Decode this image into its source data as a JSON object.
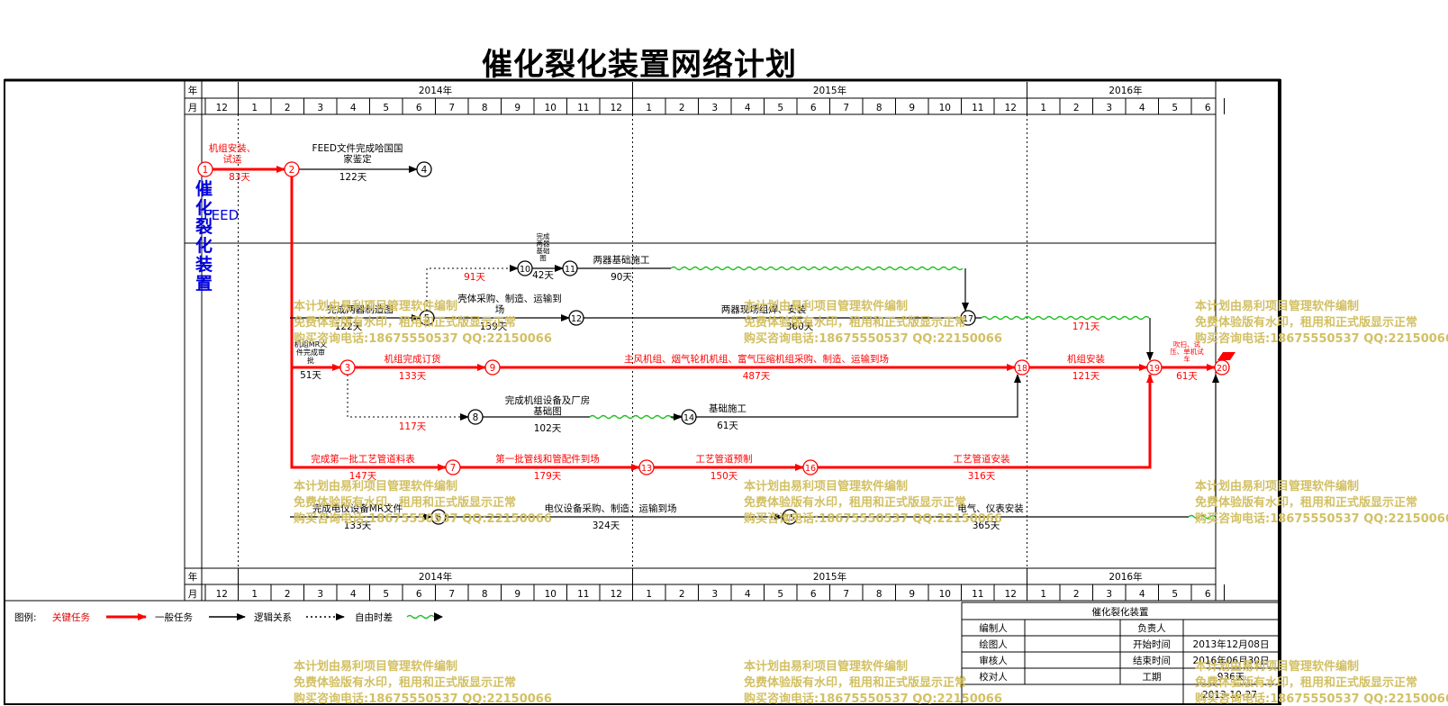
{
  "title": "催化裂化装置网络计划",
  "section_label": "催化裂化装置",
  "feed_label": "FEED",
  "axis": {
    "year_label": "年",
    "month_label": "月",
    "years": [
      "2014年",
      "2015年",
      "2016年"
    ],
    "months": [
      "12",
      "1",
      "2",
      "3",
      "4",
      "5",
      "6",
      "7",
      "8",
      "9",
      "10",
      "11",
      "12",
      "1",
      "2",
      "3",
      "4",
      "5",
      "6",
      "7",
      "8",
      "9",
      "10",
      "11",
      "12",
      "1",
      "2",
      "3",
      "4",
      "5",
      "6"
    ]
  },
  "nodes": [
    {
      "id": "1",
      "label": "1",
      "critical": true
    },
    {
      "id": "2",
      "label": "2",
      "critical": true
    },
    {
      "id": "3",
      "label": "3",
      "critical": true
    },
    {
      "id": "4",
      "label": "4",
      "critical": false
    },
    {
      "id": "5",
      "label": "5",
      "critical": false
    },
    {
      "id": "6",
      "label": "6",
      "critical": false
    },
    {
      "id": "7",
      "label": "7",
      "critical": true
    },
    {
      "id": "8",
      "label": "8",
      "critical": false
    },
    {
      "id": "9",
      "label": "9",
      "critical": true
    },
    {
      "id": "10",
      "label": "10",
      "critical": false
    },
    {
      "id": "11",
      "label": "11",
      "critical": false
    },
    {
      "id": "12",
      "label": "12",
      "critical": false
    },
    {
      "id": "13",
      "label": "13",
      "critical": true
    },
    {
      "id": "14",
      "label": "14",
      "critical": false
    },
    {
      "id": "15",
      "label": "15",
      "critical": false
    },
    {
      "id": "16",
      "label": "16",
      "critical": true
    },
    {
      "id": "17",
      "label": "17",
      "critical": false
    },
    {
      "id": "18",
      "label": "18",
      "critical": true
    },
    {
      "id": "19",
      "label": "19",
      "critical": true
    },
    {
      "id": "20",
      "label": "20",
      "critical": true
    }
  ],
  "tasks": [
    {
      "from": "1",
      "to": "2",
      "name": "机组安装、试运",
      "duration": "83天",
      "critical": true
    },
    {
      "from": "2",
      "to": "4",
      "name": "FEED文件完成哈国国家鉴定",
      "duration": "122天",
      "critical": false
    },
    {
      "from": "2",
      "to": "3",
      "name": "机组MR文件完成审批",
      "duration": "51天",
      "critical": true
    },
    {
      "from": "3",
      "to": "9",
      "name": "机组完成订货",
      "duration": "133天",
      "critical": true
    },
    {
      "from": "9",
      "to": "18",
      "name": "主风机组、烟气轮机机组、富气压缩机组采购、制造、运输到场",
      "duration": "487天",
      "critical": true
    },
    {
      "from": "18",
      "to": "19",
      "name": "机组安装",
      "duration": "121天",
      "critical": true
    },
    {
      "from": "19",
      "to": "20",
      "name": "吹扫、试压、单机试车",
      "duration": "61天",
      "critical": true
    },
    {
      "from": "2",
      "to": "5",
      "name": "完成两器制造图",
      "duration": "122天",
      "critical": false
    },
    {
      "from": "5",
      "to": "12",
      "name": "壳体采购、制造、运输到场",
      "duration": "139天",
      "critical": false
    },
    {
      "from": "12",
      "to": "17",
      "name": "两器现场组焊、安装",
      "duration": "360天",
      "critical": false
    },
    {
      "from": "17",
      "to": "19",
      "name": "",
      "duration": "171天",
      "critical": false
    },
    {
      "from": "5",
      "to": "10",
      "name": "",
      "duration": "91天",
      "critical": false
    },
    {
      "from": "10",
      "to": "11",
      "name": "完成两器基础图",
      "duration": "42天",
      "critical": false
    },
    {
      "from": "11",
      "to": "17",
      "name": "两器基础施工",
      "duration": "90天",
      "critical": false
    },
    {
      "from": "3",
      "to": "8",
      "name": "",
      "duration": "117天",
      "critical": false
    },
    {
      "from": "8",
      "to": "14",
      "name": "完成机组设备及厂房基础图",
      "duration": "102天",
      "critical": false
    },
    {
      "from": "14",
      "to": "18",
      "name": "基础施工",
      "duration": "61天",
      "critical": false
    },
    {
      "from": "2",
      "to": "7",
      "name": "完成第一批工艺管道料表",
      "duration": "147天",
      "critical": true
    },
    {
      "from": "7",
      "to": "13",
      "name": "第一批管线和管配件到场",
      "duration": "179天",
      "critical": true
    },
    {
      "from": "13",
      "to": "16",
      "name": "工艺管道预制",
      "duration": "150天",
      "critical": true
    },
    {
      "from": "16",
      "to": "19",
      "name": "工艺管道安装",
      "duration": "316天",
      "critical": true
    },
    {
      "from": "2",
      "to": "6",
      "name": "完成电仪设备MR文件",
      "duration": "133天",
      "critical": false
    },
    {
      "from": "6",
      "to": "15",
      "name": "电仪设备采购、制造、运输到场",
      "duration": "324天",
      "critical": false
    },
    {
      "from": "15",
      "to": "20",
      "name": "电气、仪表安装",
      "duration": "365天",
      "critical": false
    }
  ],
  "legend": {
    "prefix": "图例:",
    "items": [
      "关键任务",
      "一般任务",
      "逻辑关系",
      "自由时差"
    ]
  },
  "titleblock": {
    "header": "催化裂化装置",
    "rows": [
      {
        "k1": "编制人",
        "v1": "",
        "k2": "负责人",
        "v2": ""
      },
      {
        "k1": "绘图人",
        "v1": "",
        "k2": "开始时间",
        "v2": "2013年12月08日"
      },
      {
        "k1": "审核人",
        "v1": "",
        "k2": "结束时间",
        "v2": "2016年06月30日"
      },
      {
        "k1": "校对人",
        "v1": "",
        "k2": "工期",
        "v2": "936天"
      }
    ],
    "date": "2013-10-27"
  },
  "watermark": [
    "本计划由易利项目管理软件编制",
    "免费体验版有水印，租用和正式版显示正常",
    "购买咨询电话:18675550537 QQ:22150066"
  ],
  "colors": {
    "critical": "#ff0000",
    "normal": "#000000",
    "float": "#22c022",
    "section": "#0000dd",
    "watermark": "#d2c064"
  }
}
